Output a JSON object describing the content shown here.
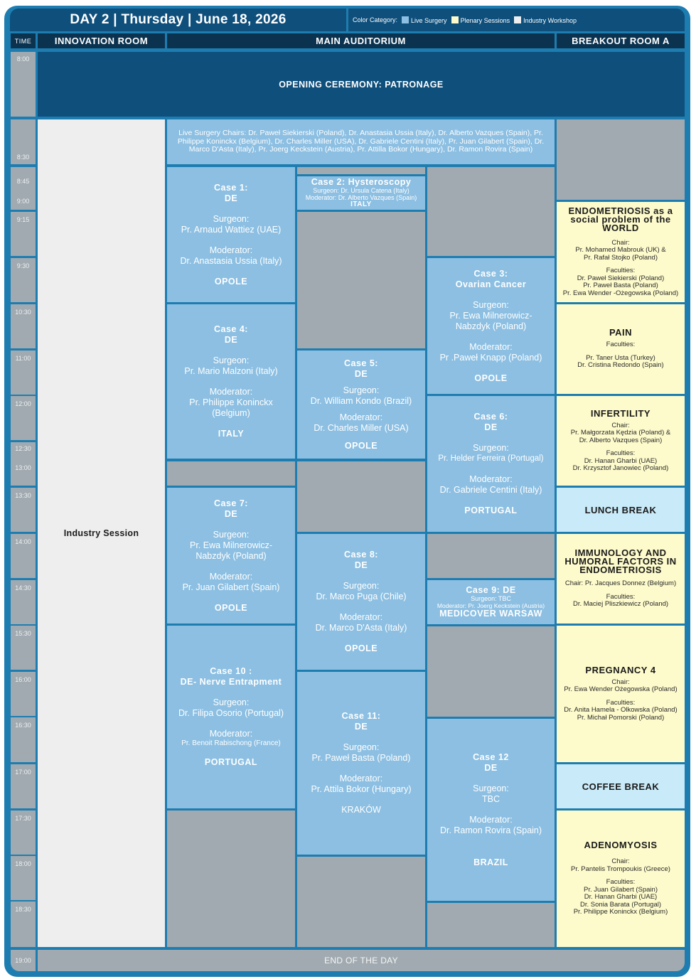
{
  "header": {
    "title": "DAY 2 | Thursday | June 18, 2026",
    "legend_label": "Color Category:",
    "legend": [
      {
        "label": "Live Surgery",
        "color": "#8cbfe2"
      },
      {
        "label": "Plenary Sessions",
        "color": "#fdfbcb"
      },
      {
        "label": "Industry Workshop",
        "color": "#eeeeee"
      }
    ]
  },
  "columns": {
    "time": "TIME",
    "innovation": "INNOVATION ROOM",
    "main": "MAIN AUDITORIUM",
    "breakout": "BREAKOUT ROOM A"
  },
  "times": [
    "8:00",
    "8:30",
    "8:45",
    "9:00",
    "9:15",
    "9:30",
    "10:30",
    "11:00",
    "12:00",
    "12:30",
    "13:00",
    "13:30",
    "14:00",
    "14:30",
    "15:30",
    "16:00",
    "16:30",
    "17:00",
    "17:30",
    "18:00",
    "18:30",
    "19:00"
  ],
  "opening": "OPENING CEREMONY: PATRONAGE",
  "industry": "Industry Session",
  "chairs": "Live Surgery Chairs: Dr. Paweł Siekierski (Poland), Dr. Anastasia Ussia (Italy), Dr. Alberto Vazques (Spain), Pr. Philippe Koninckx (Belgium), Dr. Charles Miller (USA), Dr. Gabriele Centini (Italy), Pr. Juan Gilabert (Spain), Dr. Marco D'Asta (Italy), Pr. Joerg Keckstein (Austria), Pr. Attilla Bokor (Hungary), Dr. Ramon Rovira (Spain)",
  "cases": {
    "c1": {
      "title": "Case 1:",
      "sub": "DE",
      "surgeon_label": "Surgeon:",
      "surgeon": "Pr. Arnaud Wattiez (UAE)",
      "moderator_label": "Moderator:",
      "moderator": "Dr. Anastasia Ussia (Italy)",
      "location": "OPOLE"
    },
    "c2": {
      "title": "Case 2: Hysteroscopy",
      "surgeon": "Surgeon: Dr. Ursula Catena (Italy)",
      "moderator": "Moderator: Dr. Alberto Vazques (Spain)",
      "location": "ITALY"
    },
    "c3": {
      "title": "Case 3:",
      "sub": "Ovarian Cancer",
      "surgeon_label": "Surgeon:",
      "surgeon": "Pr. Ewa Milnerowicz-Nabzdyk (Poland)",
      "moderator_label": "Moderator:",
      "moderator": "Pr .Paweł Knapp (Poland)",
      "location": "OPOLE"
    },
    "c4": {
      "title": "Case 4:",
      "sub": "DE",
      "surgeon_label": "Surgeon:",
      "surgeon": "Pr. Mario Malzoni (Italy)",
      "moderator_label": "Moderator:",
      "moderator": "Pr. Philippe Koninckx (Belgium)",
      "location": "ITALY"
    },
    "c5": {
      "title": "Case 5:",
      "sub": "DE",
      "surgeon_label": "Surgeon:",
      "surgeon": "Dr. William Kondo (Brazil)",
      "moderator_label": "Moderator:",
      "moderator": "Dr. Charles Miller (USA)",
      "location": "OPOLE"
    },
    "c6": {
      "title": "Case 6:",
      "sub": "DE",
      "surgeon_label": "Surgeon:",
      "surgeon": "Pr. Helder Ferreira (Portugal)",
      "moderator_label": "Moderator:",
      "moderator": "Dr. Gabriele Centini (Italy)",
      "location": "PORTUGAL"
    },
    "c7": {
      "title": "Case 7:",
      "sub": "DE",
      "surgeon_label": "Surgeon:",
      "surgeon": "Pr. Ewa Milnerowicz-Nabzdyk (Poland)",
      "moderator_label": "Moderator:",
      "moderator": "Pr. Juan Gilabert (Spain)",
      "location": "OPOLE"
    },
    "c8": {
      "title": "Case 8:",
      "sub": "DE",
      "surgeon_label": "Surgeon:",
      "surgeon": "Dr. Marco Puga (Chile)",
      "moderator_label": "Moderator:",
      "moderator": "Dr. Marco D'Asta (Italy)",
      "location": "OPOLE"
    },
    "c9": {
      "title": "Case 9: DE",
      "surgeon": "Surgeon: TBC",
      "moderator": "Moderator: Pr. Joerg Keckstein (Austria)",
      "location": "MEDICOVER WARSAW"
    },
    "c10": {
      "title": "Case 10 :",
      "sub": "DE- Nerve Entrapment",
      "surgeon_label": "Surgeon:",
      "surgeon": "Dr. Filipa Osorio (Portugal)",
      "moderator_label": "Moderator:",
      "moderator": "Pr. Benoit Rabischong (France)",
      "location": "PORTUGAL"
    },
    "c11": {
      "title": "Case 11:",
      "sub": "DE",
      "surgeon_label": "Surgeon:",
      "surgeon": "Pr. Paweł Basta (Poland)",
      "moderator_label": "Moderator:",
      "moderator": "Pr. Attila Bokor (Hungary)",
      "location": "KRAKÓW"
    },
    "c12": {
      "title": "Case 12",
      "sub": "DE",
      "surgeon_label": "Surgeon:",
      "surgeon": "TBC",
      "moderator_label": "Moderator:",
      "moderator": "Dr. Ramon Rovira (Spain)",
      "location": "BRAZIL"
    }
  },
  "plenary": {
    "endo": {
      "title": "ENDOMETRIOSIS as a social problem of the WORLD",
      "chair_label": "Chair:",
      "chairs": [
        "Pr. Mohamed Mabrouk (UK) &",
        "Pr. Rafał Stojko (Poland)"
      ],
      "faculties_label": "Faculties:",
      "faculties": [
        "Dr. Paweł Siekierski (Poland)",
        "Pr. Paweł Basta (Poland)",
        "Pr. Ewa Wender -Ożegowska (Poland)"
      ]
    },
    "pain": {
      "title": "PAIN",
      "faculties_label": "Faculties:",
      "faculties": [
        "Pr. Taner Usta (Turkey)",
        "Dr. Cristina Redondo (Spain)"
      ]
    },
    "infertility": {
      "title": "INFERTILITY",
      "chair_label": "Chair:",
      "chairs": [
        "Pr. Małgorzata Kędzia (Poland) &",
        "Dr. Alberto Vazques (Spain)"
      ],
      "faculties_label": "Faculties:",
      "faculties": [
        "Dr. Hanan Gharbi (UAE)",
        "Dr. Krzysztof Janowiec (Poland)"
      ]
    },
    "lunch": "LUNCH BREAK",
    "immuno": {
      "title": "IMMUNOLOGY AND HUMORAL FACTORS IN ENDOMETRIOSIS",
      "chair": "Chair: Pr. Jacques Donnez (Belgium)",
      "faculties_label": "Faculties:",
      "faculties": [
        "Dr. Maciej Pliszkiewicz (Poland)"
      ]
    },
    "pregnancy": {
      "title": "PREGNANCY 4",
      "chair_label": "Chair:",
      "chairs": [
        "Pr. Ewa Wender Ożegowska (Poland)"
      ],
      "faculties_label": "Faculties:",
      "faculties": [
        "Dr.  Anita Hamela - Olkowska (Poland)",
        "Pr. Michał Pomorski (Poland)"
      ]
    },
    "coffee": "COFFEE BREAK",
    "adeno": {
      "title": "ADENOMYOSIS",
      "chair_label": "Chair:",
      "chairs": [
        "Pr. Pantelis Trompoukis (Greece)"
      ],
      "faculties_label": "Faculties:",
      "faculties": [
        "Pr. Juan Gilabert (Spain)",
        "Dr. Hanan Gharbi (UAE)",
        "Dr. Sonia Barata (Portugal)",
        "Pr. Philippe Koninckx (Belgium)"
      ]
    }
  },
  "end": "END OF THE DAY"
}
